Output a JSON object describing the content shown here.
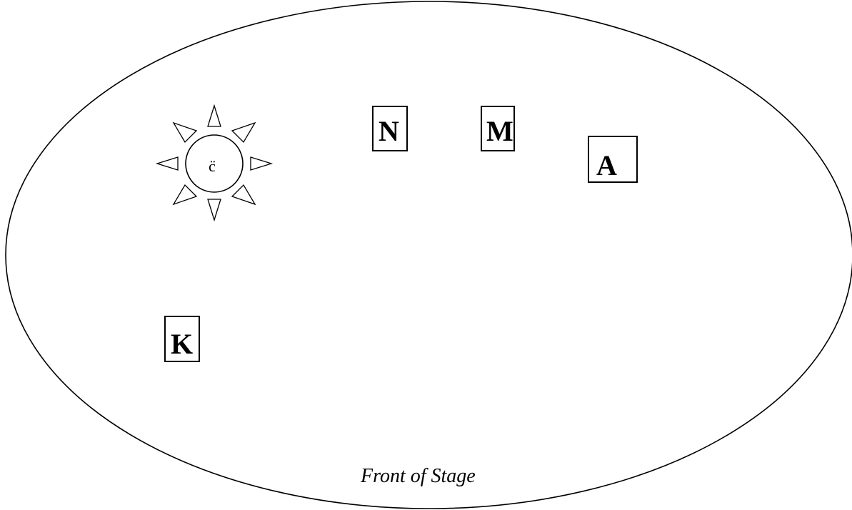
{
  "diagram": {
    "caption": "Front of Stage",
    "sun_face_text": "c̈",
    "boxes": {
      "n": "N",
      "m": "M",
      "a": "A",
      "k": "K"
    },
    "icons": [
      "sun-icon"
    ]
  }
}
